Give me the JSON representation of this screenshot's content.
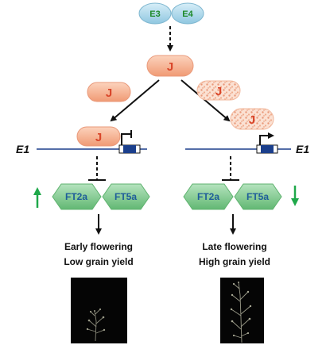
{
  "diagram": {
    "top_factors": [
      "E3",
      "E4"
    ],
    "hub_label": "J",
    "left": {
      "protein_label": "J",
      "bound_label": "J",
      "gene_label": "E1",
      "targets": [
        "FT2a",
        "FT5a"
      ],
      "outcome_line1": "Early flowering",
      "outcome_line2": "Low grain yield"
    },
    "right": {
      "protein_label": "J",
      "bound_label": "J",
      "gene_label": "E1",
      "targets": [
        "FT2a",
        "FT5a"
      ],
      "outcome_line1": "Late flowering",
      "outcome_line2": "High grain yield"
    },
    "colors": {
      "green_arrow": "#1fa84a",
      "j_fill": "#f5b08f",
      "j_text": "#d9462a",
      "e_fill": "#a9d6ea",
      "e_text": "#1e8a2a",
      "hex_fill": "#7cc98a",
      "ft_text": "#1f5d9a",
      "line_blue": "#1b3f8c"
    }
  }
}
